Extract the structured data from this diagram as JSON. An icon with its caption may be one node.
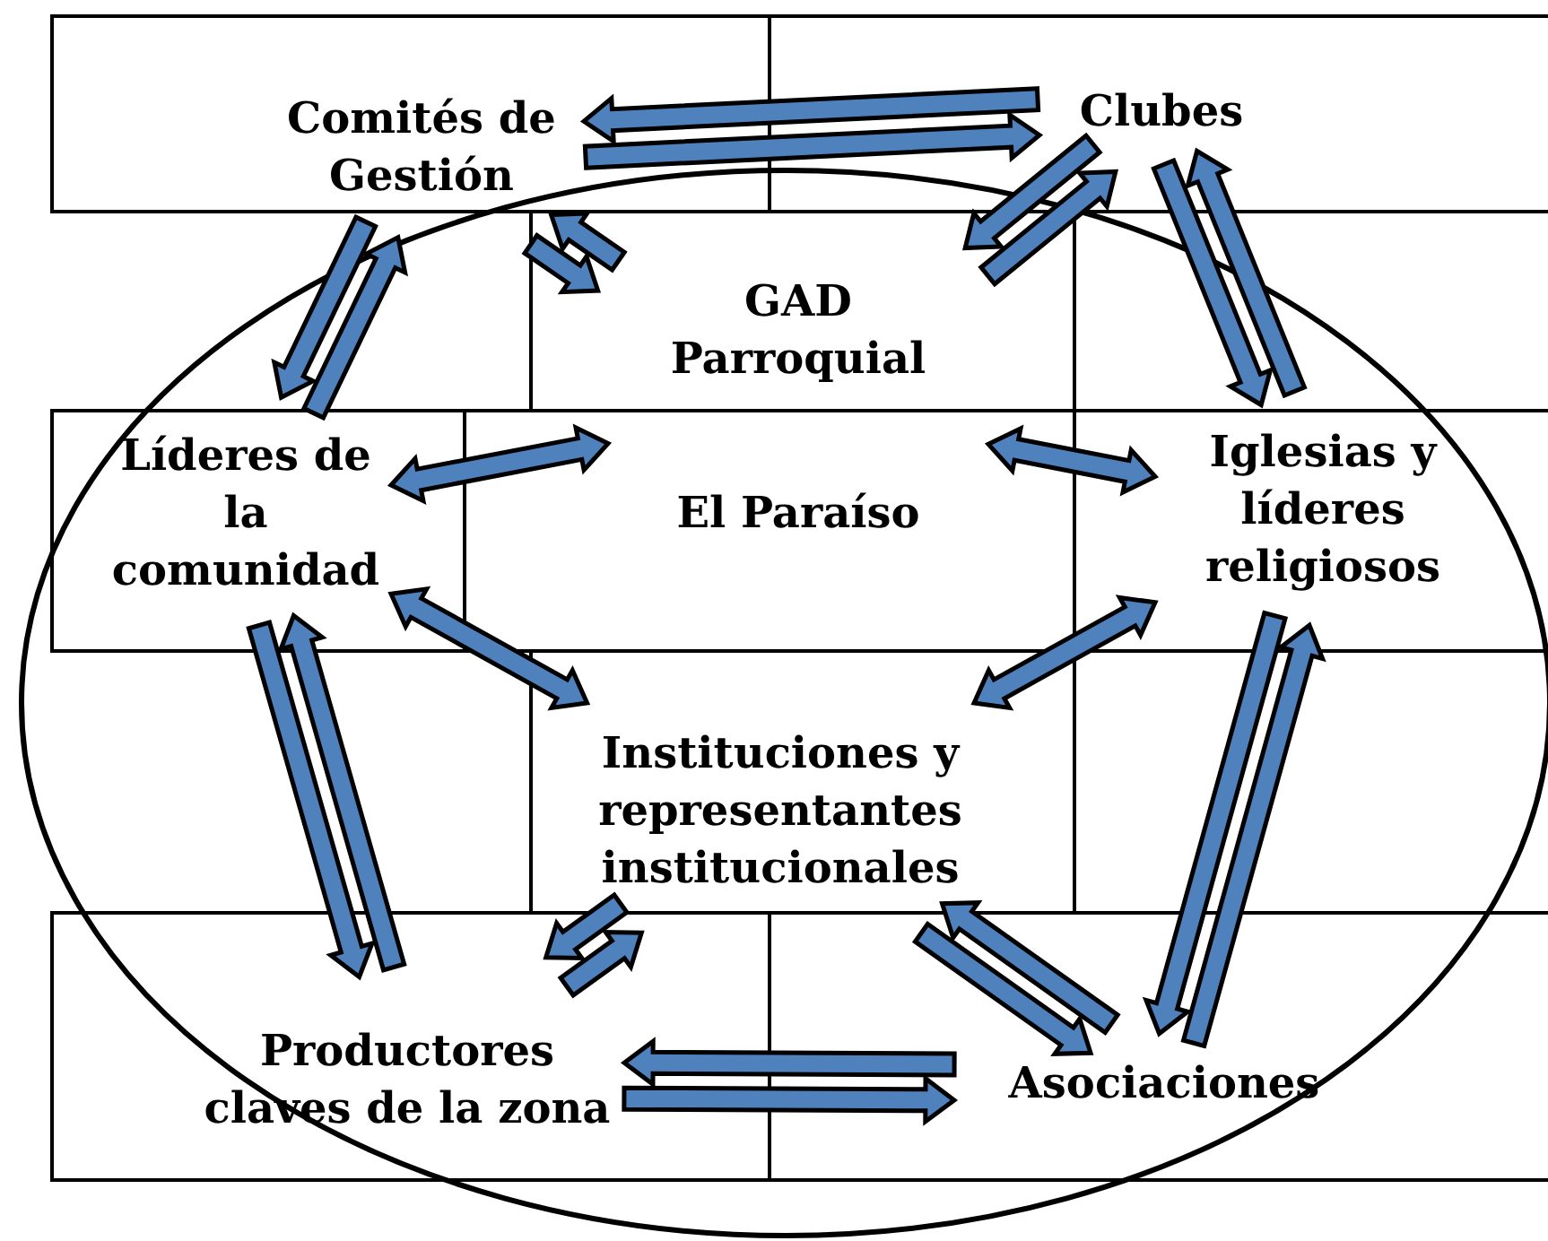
{
  "diagram": {
    "nodes": [
      {
        "text": [
          "Comités de Gestión"
        ]
      },
      {
        "text": [
          "Clubes"
        ]
      },
      {
        "text": [
          "GAD Parroquial",
          "El Paraíso"
        ]
      },
      {
        "text": [
          "Líderes de la comunidad"
        ]
      },
      {
        "text": [
          "Iglesias y líderes religiosos"
        ]
      },
      {
        "text": [
          "Instituciones y representantes institucionales"
        ]
      },
      {
        "text": [
          "Productores claves de la zona"
        ]
      },
      {
        "text": [
          "Asociaciones"
        ]
      }
    ],
    "edges": [
      {
        "from": 0,
        "to": 1,
        "arrow": "to"
      },
      {
        "from": 1,
        "to": 0,
        "arrow": "to"
      },
      {
        "from": 3,
        "to": 0,
        "arrow": "to"
      },
      {
        "from": 0,
        "to": 3,
        "arrow": "to"
      },
      {
        "from": 2,
        "to": 0,
        "arrow": "to"
      },
      {
        "from": 0,
        "to": 2,
        "arrow": "to"
      },
      {
        "from": 2,
        "to": 1,
        "arrow": "to"
      },
      {
        "from": 1,
        "to": 2,
        "arrow": "to"
      },
      {
        "from": 1,
        "to": 4,
        "arrow": "to"
      },
      {
        "from": 4,
        "to": 1,
        "arrow": "to"
      },
      {
        "from": 6,
        "to": 3,
        "arrow": "to"
      },
      {
        "from": 3,
        "to": 6,
        "arrow": "to"
      },
      {
        "from": 6,
        "to": 5,
        "arrow": "to"
      },
      {
        "from": 5,
        "to": 6,
        "arrow": "to"
      },
      {
        "from": 5,
        "to": 7,
        "arrow": "to"
      },
      {
        "from": 7,
        "to": 5,
        "arrow": "to"
      },
      {
        "from": 7,
        "to": 4,
        "arrow": "to"
      },
      {
        "from": 4,
        "to": 7,
        "arrow": "to"
      },
      {
        "from": 6,
        "to": 7,
        "arrow": "to"
      },
      {
        "from": 7,
        "to": 6,
        "arrow": "to"
      },
      {
        "from": 3,
        "to": 2,
        "arrow": "both"
      },
      {
        "from": 3,
        "to": 5,
        "arrow": "both"
      },
      {
        "from": 2,
        "to": 4,
        "arrow": "both"
      },
      {
        "from": 5,
        "to": 4,
        "arrow": "both"
      }
    ]
  }
}
